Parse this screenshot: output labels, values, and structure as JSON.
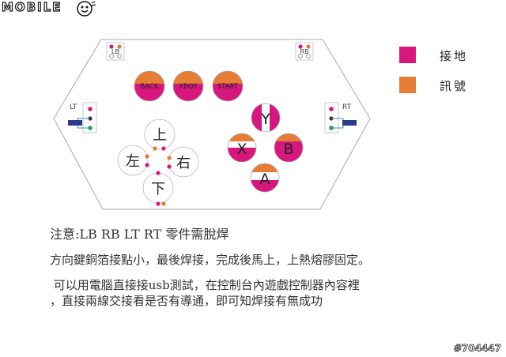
{
  "branding": {
    "logo_text": "MOBILE",
    "watermark": "#704447"
  },
  "colors": {
    "ground": "#d8177e",
    "signal": "#e67d35",
    "outline": "#999999",
    "text": "#333333"
  },
  "legend": [
    {
      "color_key": "ground",
      "label": "接地"
    },
    {
      "color_key": "signal",
      "label": "訊號"
    }
  ],
  "controller": {
    "bumpers": {
      "left": "LB",
      "right": "RB"
    },
    "triggers": {
      "left": "LT",
      "right": "RT"
    },
    "center_buttons": [
      "BACK",
      "XBOX",
      "START"
    ],
    "dpad": {
      "up": "上",
      "down": "下",
      "left": "左",
      "right": "右"
    },
    "face_buttons": {
      "y": "Y",
      "x": "X",
      "b": "B",
      "a": "A"
    }
  },
  "notes": {
    "line1": "注意:LB RB LT RT 零件需脫焊",
    "line2": "方向鍵銅箔接點小，最後焊接，完成後馬上，上熱熔膠固定。",
    "line3": " 可以用電腦直接接usb測試，在控制台內遊戲控制器內容裡",
    "line4": "，直接兩線交接看是否有導通，即可知焊接有無成功"
  }
}
